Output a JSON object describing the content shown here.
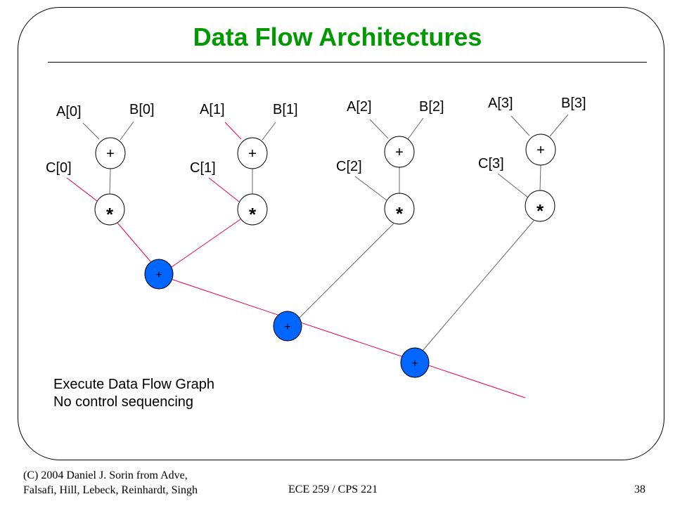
{
  "slide": {
    "title": "Data Flow Architectures",
    "notes": [
      "Execute Data Flow Graph",
      "No control sequencing"
    ],
    "footer_left": [
      "(C) 2004 Daniel J. Sorin from Adve,",
      "Falsafi, Hill, Lebeck, Reinhardt, Singh"
    ],
    "footer_center": "ECE 259 / CPS 221",
    "page_number": "38"
  },
  "graph": {
    "input_labels": {
      "a": [
        "A[0]",
        "A[1]",
        "A[2]",
        "A[3]"
      ],
      "b": [
        "B[0]",
        "B[1]",
        "B[2]",
        "B[3]"
      ],
      "c": [
        "C[0]",
        "C[1]",
        "C[2]",
        "C[3]"
      ]
    },
    "add_symbol": "+",
    "mul_symbol": "*",
    "reduce_symbol": "+",
    "colors": {
      "title": "#009900",
      "reduce_node_fill": "#0066ff",
      "reduction_edge": "#e8004c",
      "input_edge": "#666666"
    }
  }
}
